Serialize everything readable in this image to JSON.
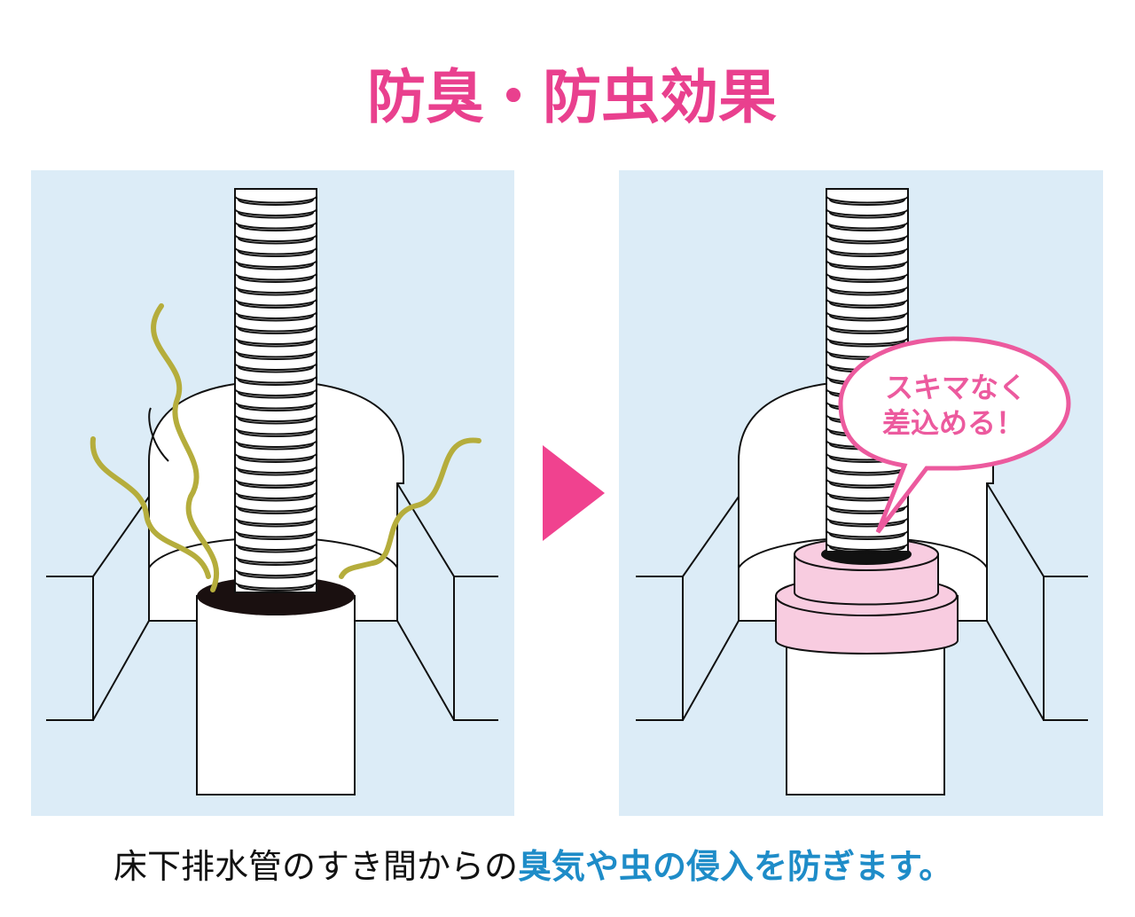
{
  "title": "防臭・防虫効果",
  "bubble": {
    "line1": "スキマなく",
    "line2": "差込める！"
  },
  "caption": {
    "plain": "床下排水管のすき間からの",
    "highlight": "臭気や虫の侵入を防ぎます。"
  },
  "colors": {
    "title": "#e9408e",
    "panel": "#dcecf7",
    "arrow": "#f0428f",
    "highlight": "#1e8cc8",
    "odor": "#b5ad3c",
    "collar": "#f8cce0",
    "bubble_stroke": "#ec5a9e"
  },
  "icons": {
    "arrow": "right-triangle-arrow"
  }
}
